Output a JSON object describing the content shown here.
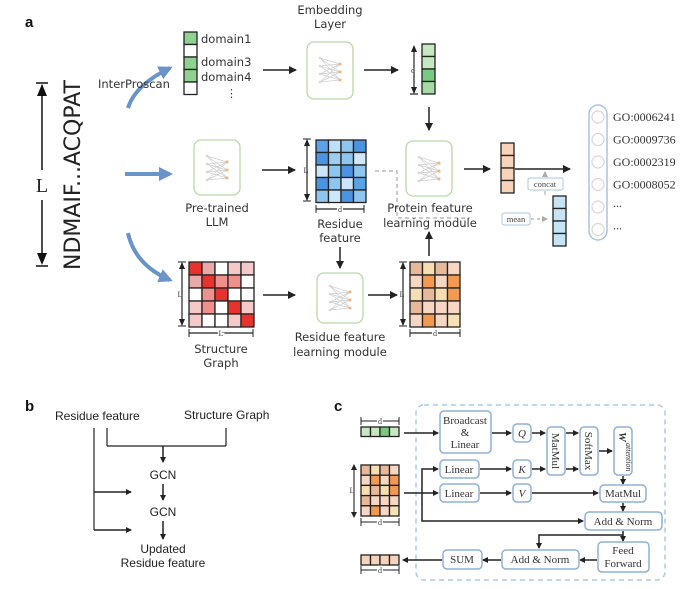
{
  "panels": {
    "a": {
      "label": "a",
      "sequence": "NDMAIF...ACQPAT",
      "length_symbol": "L",
      "interproscan": "InterProscan",
      "domains": [
        "domain1",
        "domain3",
        "domain4",
        "⋮"
      ],
      "embedding_layer": [
        "Embedding",
        "Layer"
      ],
      "pretrained_llm": [
        "Pre-trained",
        "LLM"
      ],
      "residue_feature": [
        "Residue",
        "feature"
      ],
      "protein_module": [
        "Protein feature",
        "learning module"
      ],
      "structure_graph": [
        "Structure",
        "Graph"
      ],
      "residue_module": [
        "Residue feature",
        "learning module"
      ],
      "dim_d": "d",
      "dim_L": "L",
      "concat": "concat",
      "mean": "mean",
      "go_terms": [
        "GO:0006241",
        "GO:0009736",
        "GO:0002319",
        "GO:0008052",
        "...",
        "..."
      ]
    },
    "b": {
      "label": "b",
      "residue_feature": "Residue feature",
      "structure_graph": "Structure Graph",
      "gcn1": "GCN",
      "gcn2": "GCN",
      "output": [
        "Updated",
        "Residue feature"
      ]
    },
    "c": {
      "label": "c",
      "broadcast": [
        "Broadcast",
        "&",
        "Linear"
      ],
      "linear1": "Linear",
      "linear2": "Linear",
      "q": "Q",
      "k": "K",
      "v": "V",
      "matmul1": "MatMul",
      "softmax": "SoftMax",
      "w_attention": "W",
      "w_sub": "attention",
      "matmul2": "MatMul",
      "addnorm1": "Add & Norm",
      "feedforward": [
        "Feed",
        "Forward"
      ],
      "addnorm2": "Add & Norm",
      "sum": "SUM",
      "dim_d": "d",
      "dim_L": "L"
    }
  },
  "colors": {
    "green": [
      "#8fd18f",
      "#ffffff",
      "#8fd18f",
      "#8fd18f",
      "#ffffff"
    ],
    "emb": [
      "#c6e8c0",
      "#c6e8c0",
      "#79c97e",
      "#a6dca3"
    ],
    "blue": [
      [
        "#5aa3e8",
        "#bfe0f7",
        "#8ec6f0",
        "#4a94e3"
      ],
      [
        "#4a94e3",
        "#9fcdf2",
        "#8ec6f0",
        "#d0e8f9"
      ],
      [
        "#cde6f9",
        "#8ec6f0",
        "#4a94e3",
        "#8ec6f0"
      ],
      [
        "#4a94e3",
        "#8ec6f0",
        "#cde6f9",
        "#5aa3e8"
      ],
      [
        "#8ec6f0",
        "#cde6f9",
        "#4a94e3",
        "#8ec6f0"
      ]
    ],
    "red": [
      [
        "#e8322e",
        "#e8aaa8",
        "#ffffff",
        "#f4c9c8",
        "#f4c9c8"
      ],
      [
        "#e8aaa8",
        "#e8322e",
        "#f0908c",
        "#f0908c",
        "#ffffff"
      ],
      [
        "#ffffff",
        "#f0908c",
        "#e8322e",
        "#ffffff",
        "#ffffff"
      ],
      [
        "#f4c9c8",
        "#f0908c",
        "#ffffff",
        "#e8322e",
        "#f4c9c8"
      ],
      [
        "#f4c9c8",
        "#ffffff",
        "#ffffff",
        "#f4c9c8",
        "#e8322e"
      ]
    ],
    "orange": [
      [
        "#e8b89a",
        "#f6deb0",
        "#e8b89a",
        "#f8d6c4"
      ],
      [
        "#f8d6c4",
        "#f39a52",
        "#f8d6c4",
        "#f39a52"
      ],
      [
        "#f6deb0",
        "#e8b89a",
        "#f6deb0",
        "#f39a52"
      ],
      [
        "#e8b89a",
        "#f8d6c4",
        "#f8d6c4",
        "#f8d6c4"
      ],
      [
        "#f8d6c4",
        "#f39a52",
        "#f8d6c4",
        "#f6e2b4"
      ]
    ],
    "peach": "#f8d3bb",
    "lightblue": "#c7e4f7",
    "arrow_blue": "#6a93c8"
  }
}
